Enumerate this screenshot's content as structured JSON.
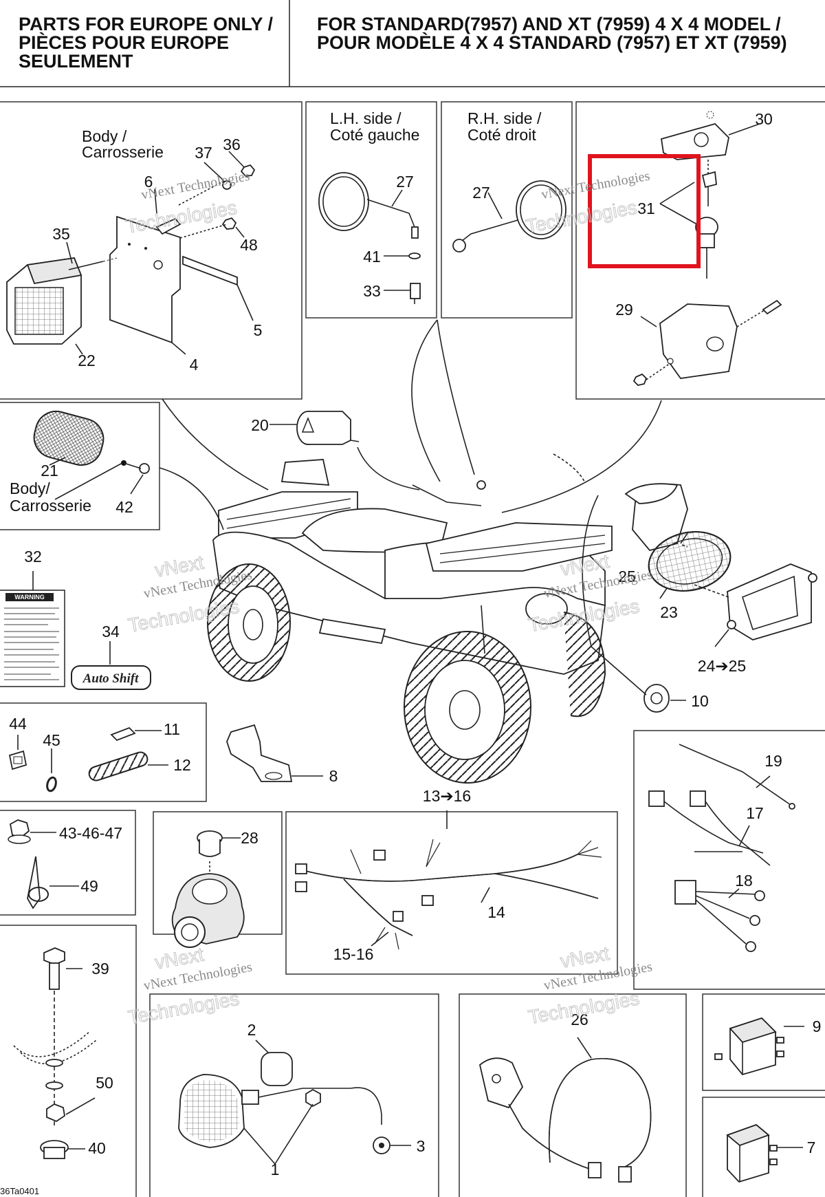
{
  "header": {
    "left_title_lines": [
      "PARTS FOR EUROPE ONLY /",
      "PIÈCES POUR EUROPE",
      "SEULEMENT"
    ],
    "right_title_lines": [
      "FOR STANDARD(7957) AND XT (7959) 4 X 4 MODEL /",
      "POUR MODÈLE 4 X 4 STANDARD (7957) ET XT (7959)"
    ]
  },
  "panels": {
    "body_plate": [
      "Body /",
      "Carrosserie"
    ],
    "lh_side": [
      "L.H. side /",
      "Coté gauche"
    ],
    "rh_side": [
      "R.H. side /",
      "Coté droit"
    ],
    "reflector_body": [
      "Body/",
      "Carrosserie"
    ]
  },
  "watermark": {
    "line1": "vNext Technologies",
    "line2": "Technologies",
    "line3": "vNext"
  },
  "callouts": {
    "p1": "1",
    "p2": "2",
    "p3": "3",
    "p4": "4",
    "p5": "5",
    "p6": "6",
    "p7": "7",
    "p8": "8",
    "p9": "9",
    "p10": "10",
    "p11": "11",
    "p12": "12",
    "p13_16": "13➔16",
    "p14": "14",
    "p15_16": "15-16",
    "p17": "17",
    "p18": "18",
    "p19": "19",
    "p20": "20",
    "p21": "21",
    "p22": "22",
    "p23": "23",
    "p24_25": "24➔25",
    "p25": "25",
    "p26": "26",
    "p27a": "27",
    "p27b": "27",
    "p28": "28",
    "p29": "29",
    "p30": "30",
    "p31": "31",
    "p32": "32",
    "p33": "33",
    "p34": "34",
    "p35": "35",
    "p36": "36",
    "p37": "37",
    "p39": "39",
    "p40": "40",
    "p41": "41",
    "p42": "42",
    "p43_46_47": "43-46-47",
    "p44": "44",
    "p45": "45",
    "p48": "48",
    "p49": "49",
    "p50": "50"
  },
  "labels": {
    "warning": "WARNING",
    "autoshift": "Auto Shift"
  },
  "figure_code": "36Ta0401",
  "highlight_color": "#e0141e"
}
